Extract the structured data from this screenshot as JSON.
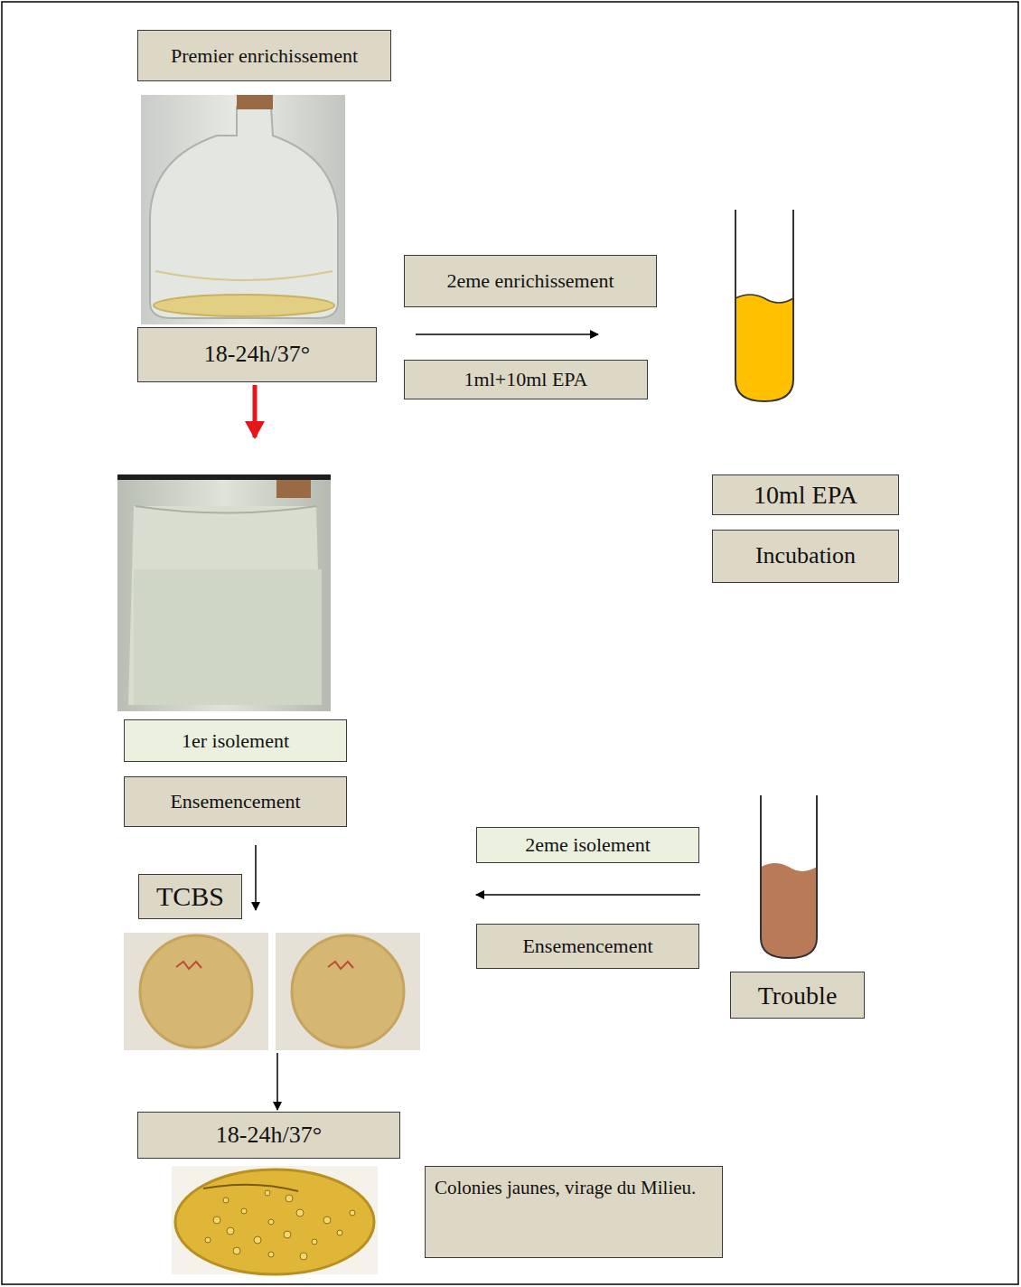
{
  "diagram": {
    "nodes": [
      {
        "text": [
          "Premier enrichissement"
        ]
      },
      {
        "text": [
          "18-24h/37°"
        ]
      },
      {
        "text": [
          "2eme enrichissement"
        ]
      },
      {
        "text": [
          "1ml+10ml EPA"
        ]
      },
      {
        "text": [
          "10ml EPA"
        ]
      },
      {
        "text": [
          "Incubation"
        ]
      },
      {
        "text": [
          "1er isolement"
        ]
      },
      {
        "text": [
          "Ensemencement"
        ]
      },
      {
        "text": [
          "TCBS"
        ]
      },
      {
        "text": [
          "2eme isolement"
        ]
      },
      {
        "text": [
          "Ensemencement"
        ]
      },
      {
        "text": [
          "Trouble"
        ]
      },
      {
        "text": [
          "18-24h/37°"
        ]
      },
      {
        "text": [
          "Colonies jaunes, virage du Milieu."
        ]
      }
    ]
  }
}
